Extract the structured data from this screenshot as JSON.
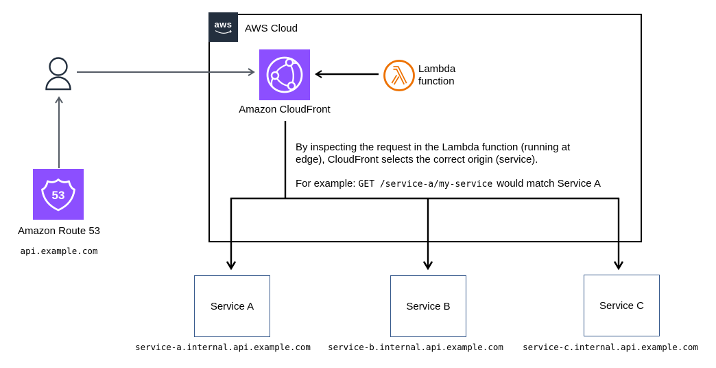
{
  "diagram": {
    "aws_cloud": {
      "label": "AWS Cloud",
      "logo_text": "aws"
    },
    "cloudfront": {
      "label": "Amazon CloudFront"
    },
    "lambda": {
      "label": "Lambda function"
    },
    "route53": {
      "label": "Amazon Route 53",
      "domain": "api.example.com",
      "shield_number": "53"
    },
    "annotation": {
      "line1": "By inspecting the request in the Lambda function (running at",
      "line2": "edge), CloudFront selects the correct origin (service).",
      "example_prefix": "For example:",
      "example_code": "GET /service-a/my-service",
      "example_suffix": "would match Service A"
    },
    "services": [
      {
        "name": "Service A",
        "domain": "service-a.internal.api.example.com"
      },
      {
        "name": "Service B",
        "domain": "service-b.internal.api.example.com"
      },
      {
        "name": "Service C",
        "domain": "service-c.internal.api.example.com"
      }
    ],
    "icons": {
      "user": "person-outline-icon",
      "cloudfront": "cloudfront-globe-icon",
      "lambda": "lambda-circle-icon",
      "route53": "route53-shield-icon",
      "aws_logo": "aws-smile-logo-icon"
    },
    "colors": {
      "aws_purple": "#8C4FFF",
      "aws_dark_navy": "#232F3E",
      "lambda_orange": "#ED7100",
      "arrow_gray": "#545B64",
      "service_box_border": "#36598C",
      "line_black": "#000000"
    }
  }
}
